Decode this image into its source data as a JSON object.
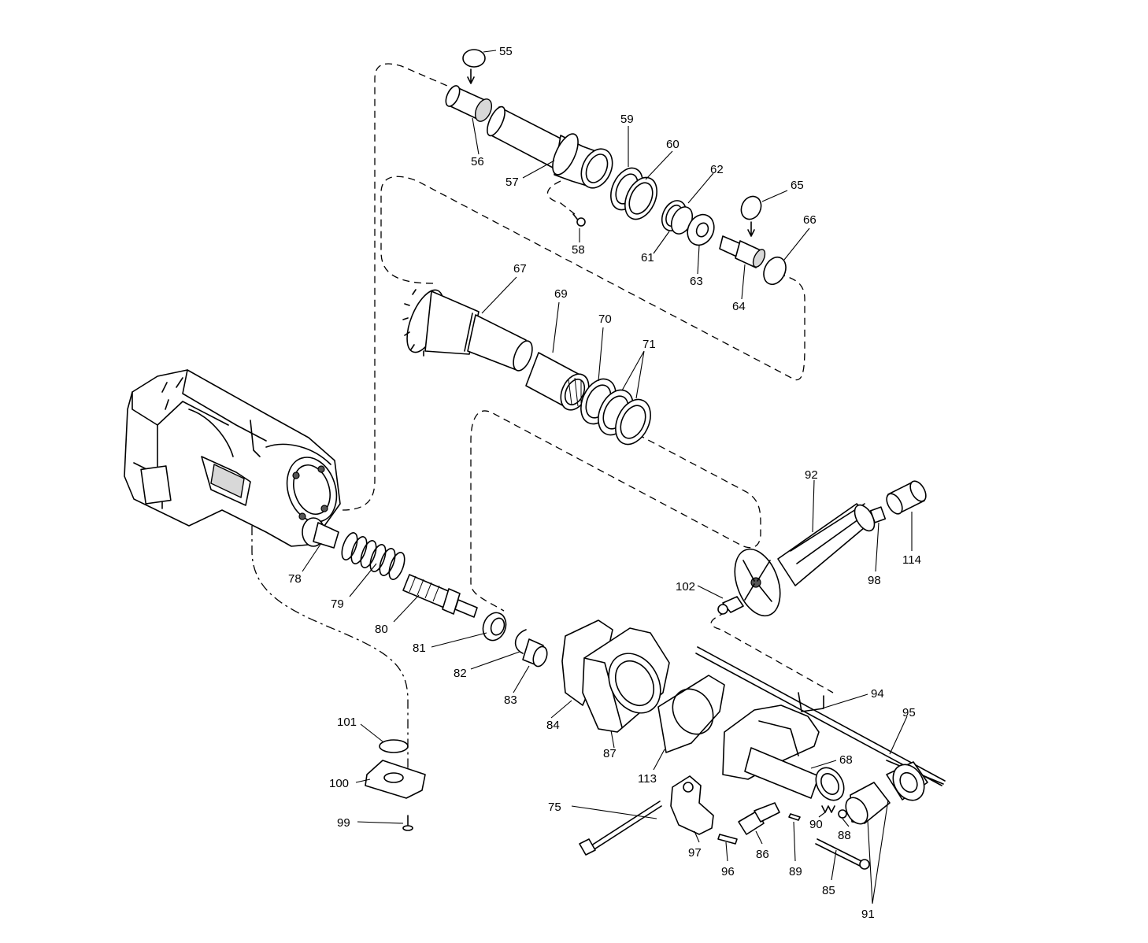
{
  "parts": {
    "p55": "55",
    "p56": "56",
    "p57": "57",
    "p58": "58",
    "p59": "59",
    "p60": "60",
    "p61": "61",
    "p62": "62",
    "p63": "63",
    "p64": "64",
    "p65": "65",
    "p66": "66",
    "p67": "67",
    "p68": "68",
    "p69": "69",
    "p70": "70",
    "p71": "71",
    "p75": "75",
    "p78": "78",
    "p79": "79",
    "p80": "80",
    "p81": "81",
    "p82": "82",
    "p83": "83",
    "p84": "84",
    "p85": "85",
    "p86": "86",
    "p87": "87",
    "p88": "88",
    "p89": "89",
    "p90": "90",
    "p91": "91",
    "p92": "92",
    "p94": "94",
    "p95": "95",
    "p96": "96",
    "p97": "97",
    "p98": "98",
    "p99": "99",
    "p100": "100",
    "p101": "101",
    "p102": "102",
    "p113": "113",
    "p114": "114"
  }
}
